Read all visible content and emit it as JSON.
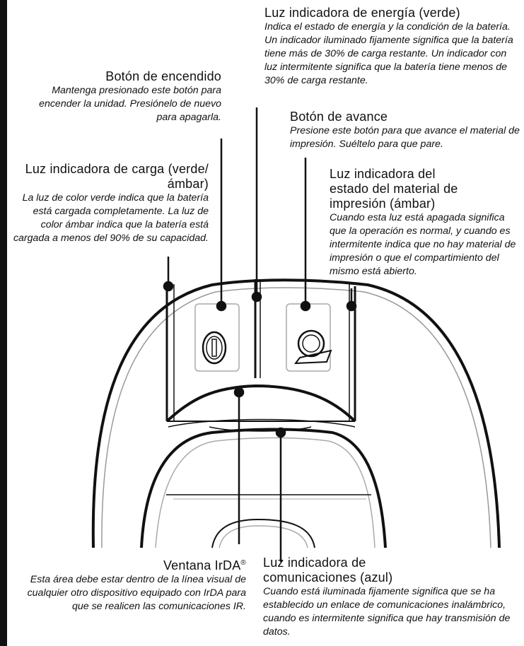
{
  "callouts": {
    "energia": {
      "title": "Luz indicadora de energía (verde)",
      "desc": "Indica el estado de energía y la condición de la batería. Un indicador iluminado fijamente significa que la batería tiene más de 30% de carga restante. Un indicador con luz intermitente significa que la batería tiene menos de 30% de carga restante."
    },
    "encendido": {
      "title": "Botón de encendido",
      "desc": "Mantenga presionado este botón para encender la unidad. Presiónelo de nuevo para apagarla."
    },
    "avance": {
      "title": "Botón de avance",
      "desc": "Presione este botón para que avance el material de impresión. Suéltelo para que pare."
    },
    "carga": {
      "title": "Luz indicadora de carga (verde/ámbar)",
      "desc": "La luz de color verde indica que la batería está cargada completamente. La luz de color ámbar indica que la batería está cargada a menos del 90% de su capacidad."
    },
    "material": {
      "title": "Luz indicadora del estado del material de impresión (ámbar)",
      "desc": "Cuando esta luz está apagada significa que la operación es normal, y cuando es intermitente indica que no hay material de impresión o que el compartimiento del mismo está abierto."
    },
    "irda": {
      "title": "Ventana IrDA",
      "title_sup": "®",
      "desc": "Esta área debe estar dentro de la línea visual de cualquier otro dispositivo equipado con IrDA para que se realicen las comunicaciones IR."
    },
    "comunicaciones": {
      "title": "Luz indicadora de comunicaciones (azul)",
      "desc": "Cuando está iluminada fijamente significa que se ha establecido un enlace de comunicaciones inalámbrico, cuando es intermitente significa que hay transmisión de datos."
    }
  }
}
